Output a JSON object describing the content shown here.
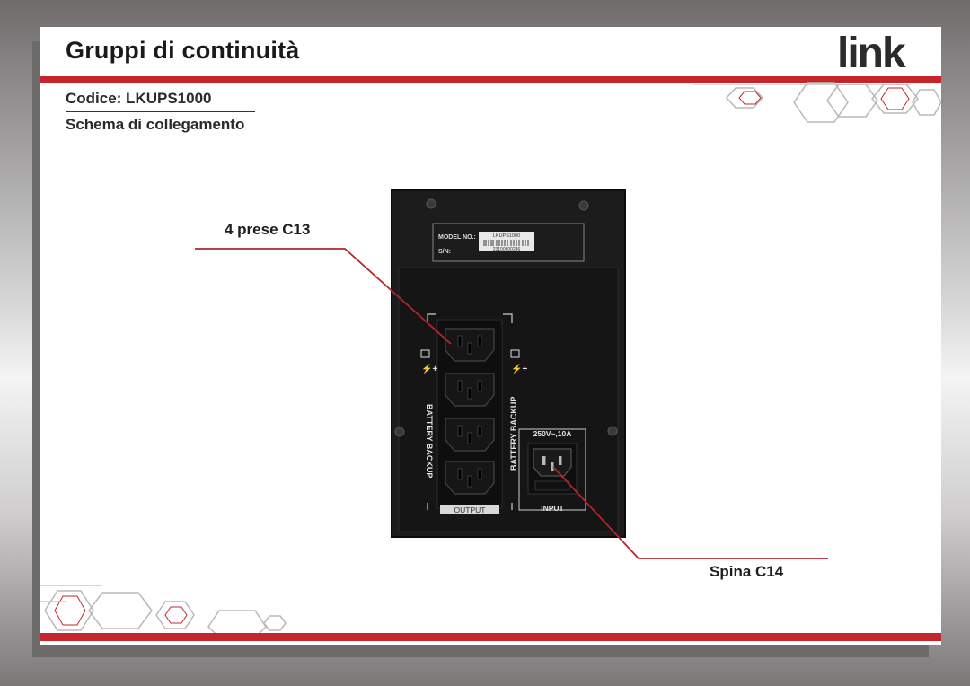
{
  "header": {
    "title": "Gruppi di continuità",
    "brand": "link"
  },
  "info": {
    "code": "Codice: LKUPS1000",
    "subtitle": "Schema di collegamento"
  },
  "device": {
    "model_label": "MODEL NO.:",
    "model_value": "LKUPS1000",
    "serial_label": "S/N:",
    "serial_value": "23100600246",
    "battery_backup_left": "BATTERY BACKUP",
    "battery_backup_right": "BATTERY BACKUP",
    "output_label": "OUTPUT",
    "input_rating": "250V~,10A",
    "input_label": "INPUT"
  },
  "callouts": {
    "outlets": "4 prese C13",
    "inlet": "Spina C14"
  },
  "colors": {
    "accent_red": "#c4262c",
    "device_body": "#1c1c1c"
  }
}
